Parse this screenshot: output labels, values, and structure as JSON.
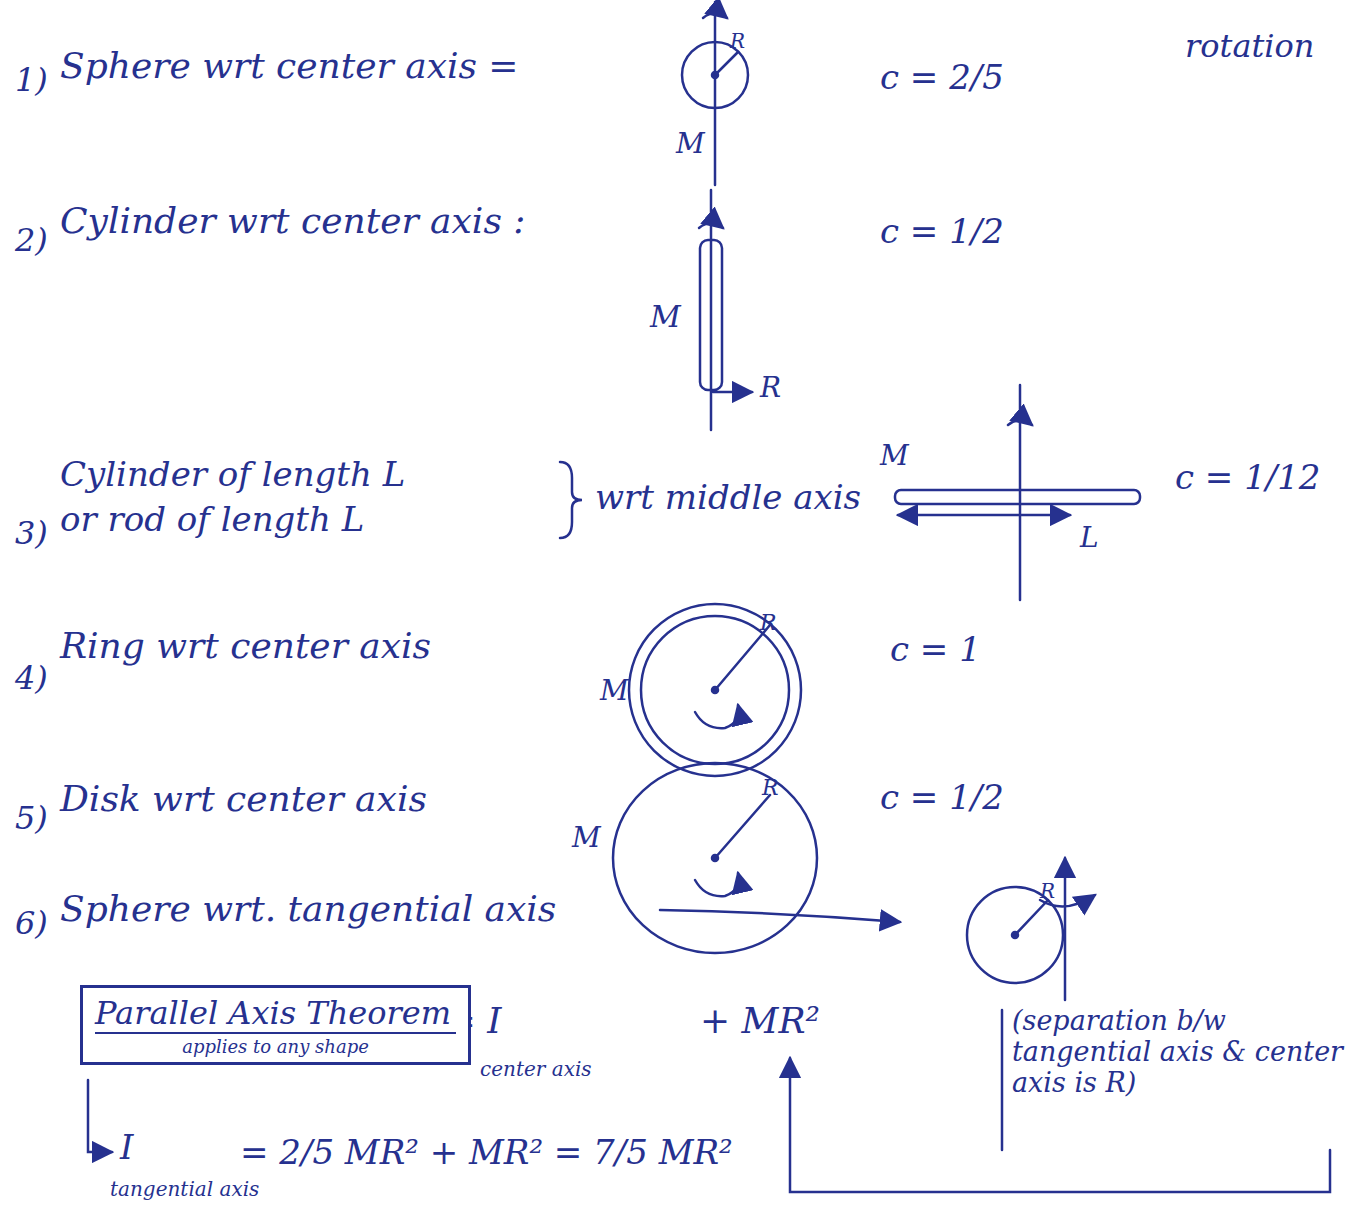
{
  "diagram": {
    "nodes": [
      {
        "text": [
          "Parallel Axis Theorem",
          "applies to any shape"
        ]
      }
    ],
    "labels": [
      "rotation",
      "1)",
      "Sphere wrt center axis =",
      "R",
      "M",
      "c = 2/5",
      "2)",
      "Cylinder wrt center axis :",
      "M",
      "R",
      "c = 1/2",
      "3)",
      "Cylinder of length L",
      "or rod of length L",
      "wrt middle axis",
      "M",
      "L",
      "c = 1/12",
      "4)",
      "Ring wrt center axis",
      "M",
      "R",
      "c = 1",
      "5)",
      "Disk wrt center axis",
      "M",
      "R",
      "c = 1/2",
      "6)",
      "Sphere wrt. tangential axis",
      "R",
      "I = I",
      "center axis",
      "+ MR²",
      "(separation b/w tangential axis & center axis is R)",
      "I",
      "tangential axis",
      "= 2/5 MR² + MR² = 7/5 MR²"
    ]
  }
}
